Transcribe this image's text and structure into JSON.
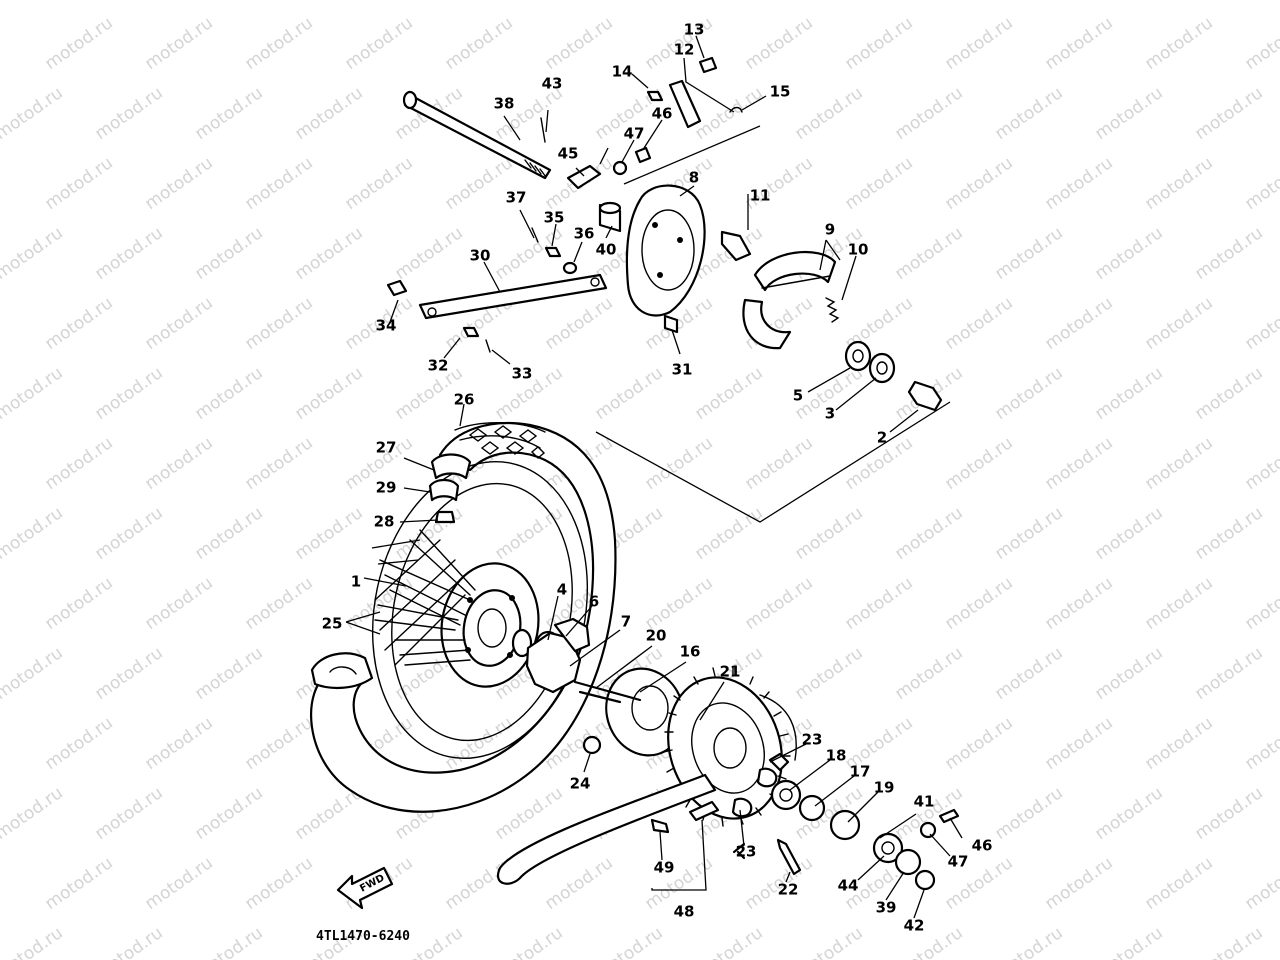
{
  "watermark_text": "motod.ru",
  "diagram_code": "4TL1470-6240",
  "fwd_label": "FWD",
  "labels": {
    "l1": "1",
    "l2": "2",
    "l3": "3",
    "l4": "4",
    "l5": "5",
    "l6": "6",
    "l7": "7",
    "l8": "8",
    "l9": "9",
    "l10": "10",
    "l11": "11",
    "l12": "12",
    "l13": "13",
    "l14": "14",
    "l15": "15",
    "l16": "16",
    "l17": "17",
    "l18": "18",
    "l19": "19",
    "l20": "20",
    "l21": "21",
    "l22": "22",
    "l23a": "23",
    "l23b": "23",
    "l24": "24",
    "l25": "25",
    "l26": "26",
    "l27": "27",
    "l28": "28",
    "l29": "29",
    "l30": "30",
    "l31": "31",
    "l32": "32",
    "l33": "33",
    "l34": "34",
    "l35": "35",
    "l36": "36",
    "l37": "37",
    "l38": "38",
    "l39": "39",
    "l40": "40",
    "l41": "41",
    "l42": "42",
    "l43": "43",
    "l44": "44",
    "l45": "45",
    "l46a": "46",
    "l46b": "46",
    "l47a": "47",
    "l47b": "47",
    "l48": "48",
    "l49": "49"
  }
}
